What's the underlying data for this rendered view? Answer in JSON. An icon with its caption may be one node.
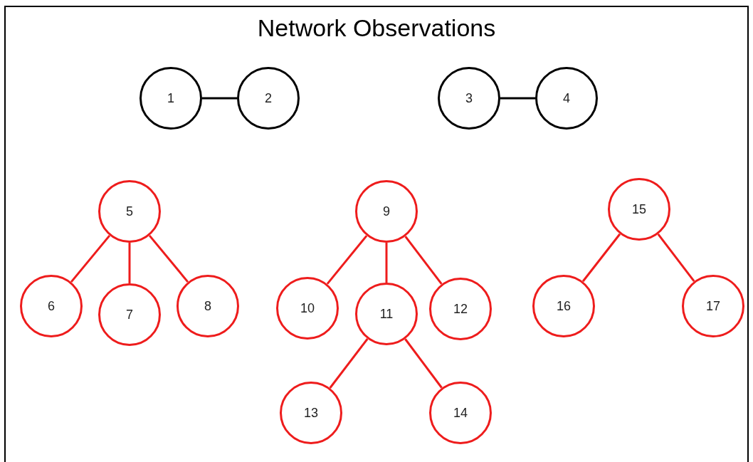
{
  "diagram": {
    "title": "Network Observations",
    "nodes": [
      {
        "text": [
          "1"
        ]
      },
      {
        "text": [
          "2"
        ]
      },
      {
        "text": [
          "3"
        ]
      },
      {
        "text": [
          "4"
        ]
      },
      {
        "text": [
          "5"
        ]
      },
      {
        "text": [
          "6"
        ]
      },
      {
        "text": [
          "7"
        ]
      },
      {
        "text": [
          "8"
        ]
      },
      {
        "text": [
          "9"
        ]
      },
      {
        "text": [
          "10"
        ]
      },
      {
        "text": [
          "11"
        ]
      },
      {
        "text": [
          "12"
        ]
      },
      {
        "text": [
          "13"
        ]
      },
      {
        "text": [
          "14"
        ]
      },
      {
        "text": [
          "15"
        ]
      },
      {
        "text": [
          "16"
        ]
      },
      {
        "text": [
          "17"
        ]
      }
    ],
    "edges": [
      {
        "from": 0,
        "to": 1,
        "arrow": "none",
        "color": "#000000"
      },
      {
        "from": 2,
        "to": 3,
        "arrow": "none",
        "color": "#000000"
      },
      {
        "from": 4,
        "to": 5,
        "arrow": "none"
      },
      {
        "from": 4,
        "to": 6,
        "arrow": "none"
      },
      {
        "from": 4,
        "to": 7,
        "arrow": "none"
      },
      {
        "from": 8,
        "to": 9,
        "arrow": "none"
      },
      {
        "from": 8,
        "to": 10,
        "arrow": "none"
      },
      {
        "from": 8,
        "to": 11,
        "arrow": "none"
      },
      {
        "from": 10,
        "to": 12,
        "arrow": "none"
      },
      {
        "from": 10,
        "to": 13,
        "arrow": "none"
      },
      {
        "from": 14,
        "to": 15,
        "arrow": "none"
      },
      {
        "from": 14,
        "to": 16,
        "arrow": "none"
      }
    ]
  }
}
